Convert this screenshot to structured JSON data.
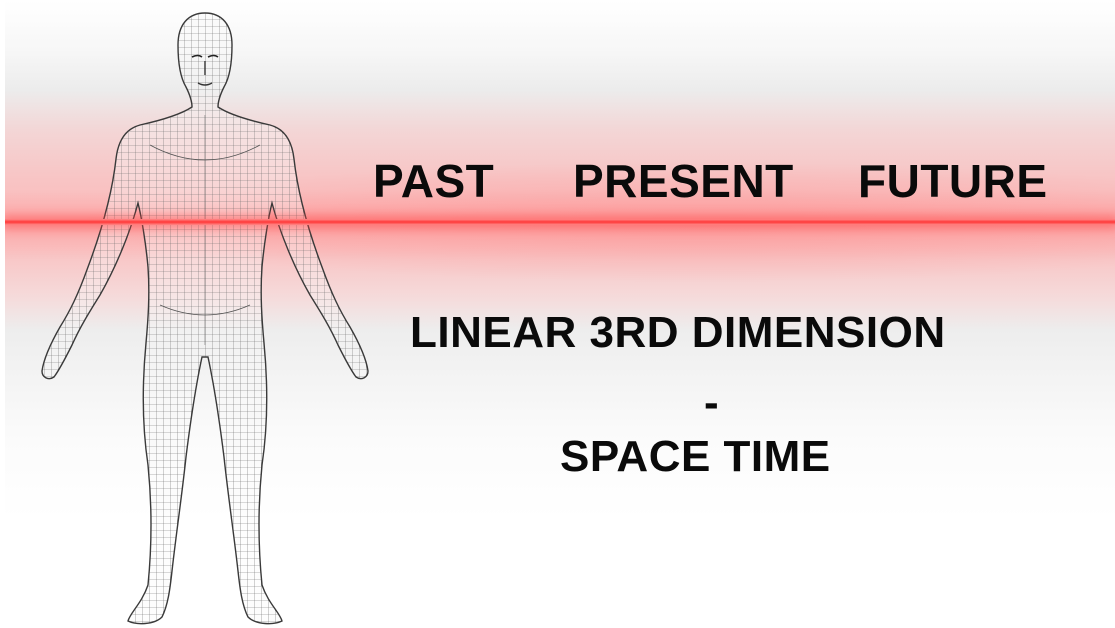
{
  "timeline": {
    "past": "PAST",
    "present": "PRESENT",
    "future": "FUTURE"
  },
  "caption": {
    "line1": "LINEAR 3RD DIMENSION",
    "separator": "-",
    "line2": "SPACE TIME"
  },
  "colors": {
    "scan_line": "#ff3f3f",
    "wireframe": "#555555",
    "text": "#0a0a0a"
  }
}
